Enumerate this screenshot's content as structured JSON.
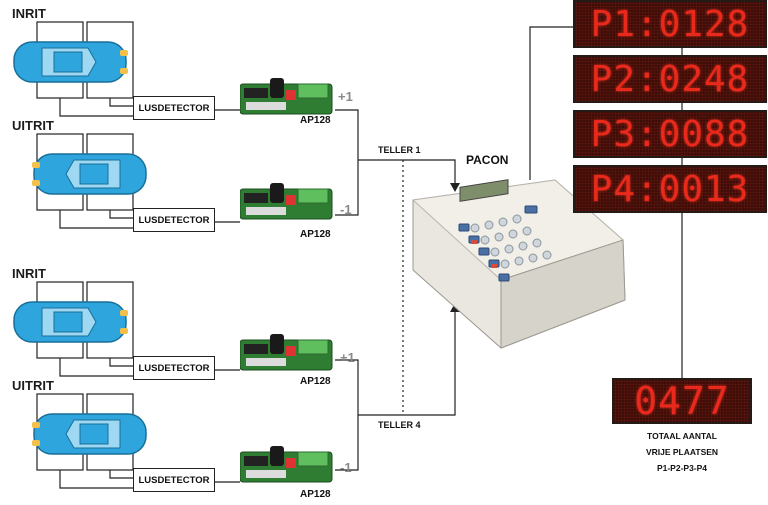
{
  "sections": [
    {
      "label": "INRIT",
      "detector": "LUSDETECTOR",
      "module": "AP128",
      "sign": "+1"
    },
    {
      "label": "UITRIT",
      "detector": "LUSDETECTOR",
      "module": "AP128",
      "sign": "-1"
    },
    {
      "label": "INRIT",
      "detector": "LUSDETECTOR",
      "module": "AP128",
      "sign": "+1"
    },
    {
      "label": "UITRIT",
      "detector": "LUSDETECTOR",
      "module": "AP128",
      "sign": "-1"
    }
  ],
  "counters": {
    "top": "TELLER 1",
    "bottom": "TELLER 4"
  },
  "controller": {
    "label": "PACON"
  },
  "displays": [
    "P1:0128",
    "P2:0248",
    "P3:0088",
    "P4:0013"
  ],
  "total": {
    "value": "0477",
    "caption_line1": "TOTAAL AANTAL",
    "caption_line2": "VRIJE PLAATSEN",
    "caption_line3": "P1-P2-P3-P4"
  },
  "colors": {
    "car_body": "#2fa5dd",
    "led_text": "#e8291c",
    "led_background": "#3a0d08",
    "pcb_green": "#2e7d32",
    "sign_gray": "#8a8a8a"
  }
}
